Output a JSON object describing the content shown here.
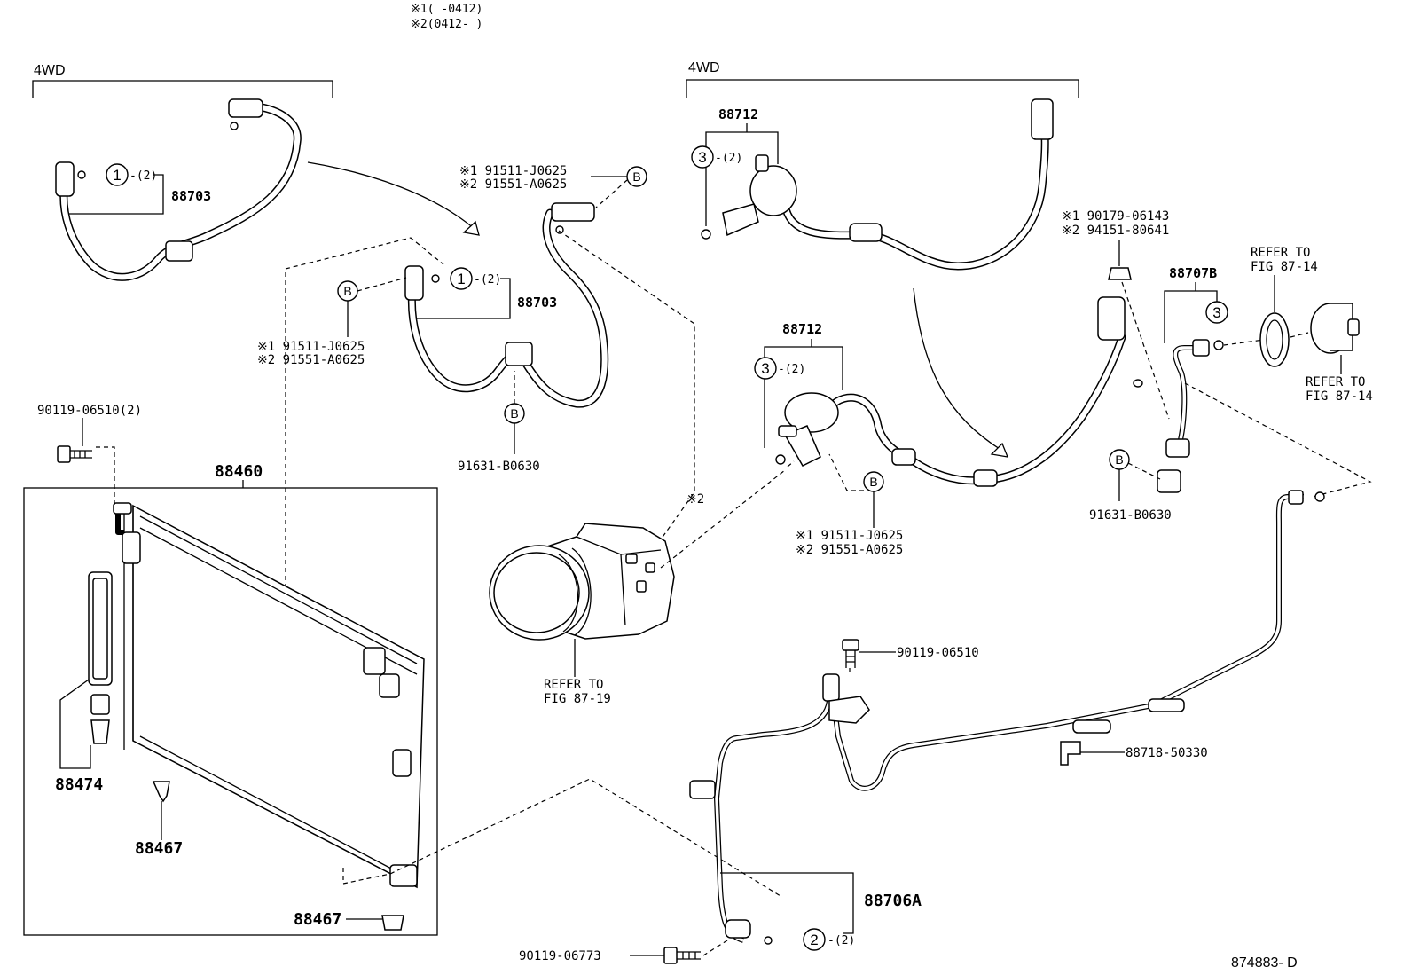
{
  "header": {
    "note1": "※1(      -0412)",
    "note2": "※2(0412-        )"
  },
  "groups": {
    "left_4wd": "4WD",
    "right_4wd": "4WD"
  },
  "callouts": {
    "c1": "1",
    "c2": "2",
    "c3": "3",
    "b": "B",
    "qty2": "-(2)"
  },
  "parts": {
    "p88703_top": "88703",
    "p88703_mid": "88703",
    "bolt_top_1": "※1 91511-J0625",
    "bolt_top_2": "※2 91551-A0625",
    "bolt_left_1": "※1 91511-J0625",
    "bolt_left_2": "※2 91551-A0625",
    "p91631_left": "91631-B0630",
    "p90119_qty": "90119-06510(2)",
    "p88460": "88460",
    "p88474": "88474",
    "p88467_a": "88467",
    "p88467_b": "88467",
    "refer_19_a": "REFER TO",
    "refer_19_b": "FIG 87-19",
    "mark2": "※2",
    "p88712_top": "88712",
    "p88712_mid": "88712",
    "nut_1": "※1 90179-06143",
    "nut_2": "※2 94151-80641",
    "p88707b": "88707B",
    "refer_14a_a": "REFER TO",
    "refer_14a_b": "FIG 87-14",
    "refer_14b_a": "REFER TO",
    "refer_14b_b": "FIG 87-14",
    "bolt_mid_1": "※1 91511-J0625",
    "bolt_mid_2": "※2 91551-A0625",
    "p91631_right": "91631-B0630",
    "p90119_06510": "90119-06510",
    "p88718": "88718-50330",
    "p88706a": "88706A",
    "p90119_06773": "90119-06773",
    "diagram_id": "874883- D"
  }
}
